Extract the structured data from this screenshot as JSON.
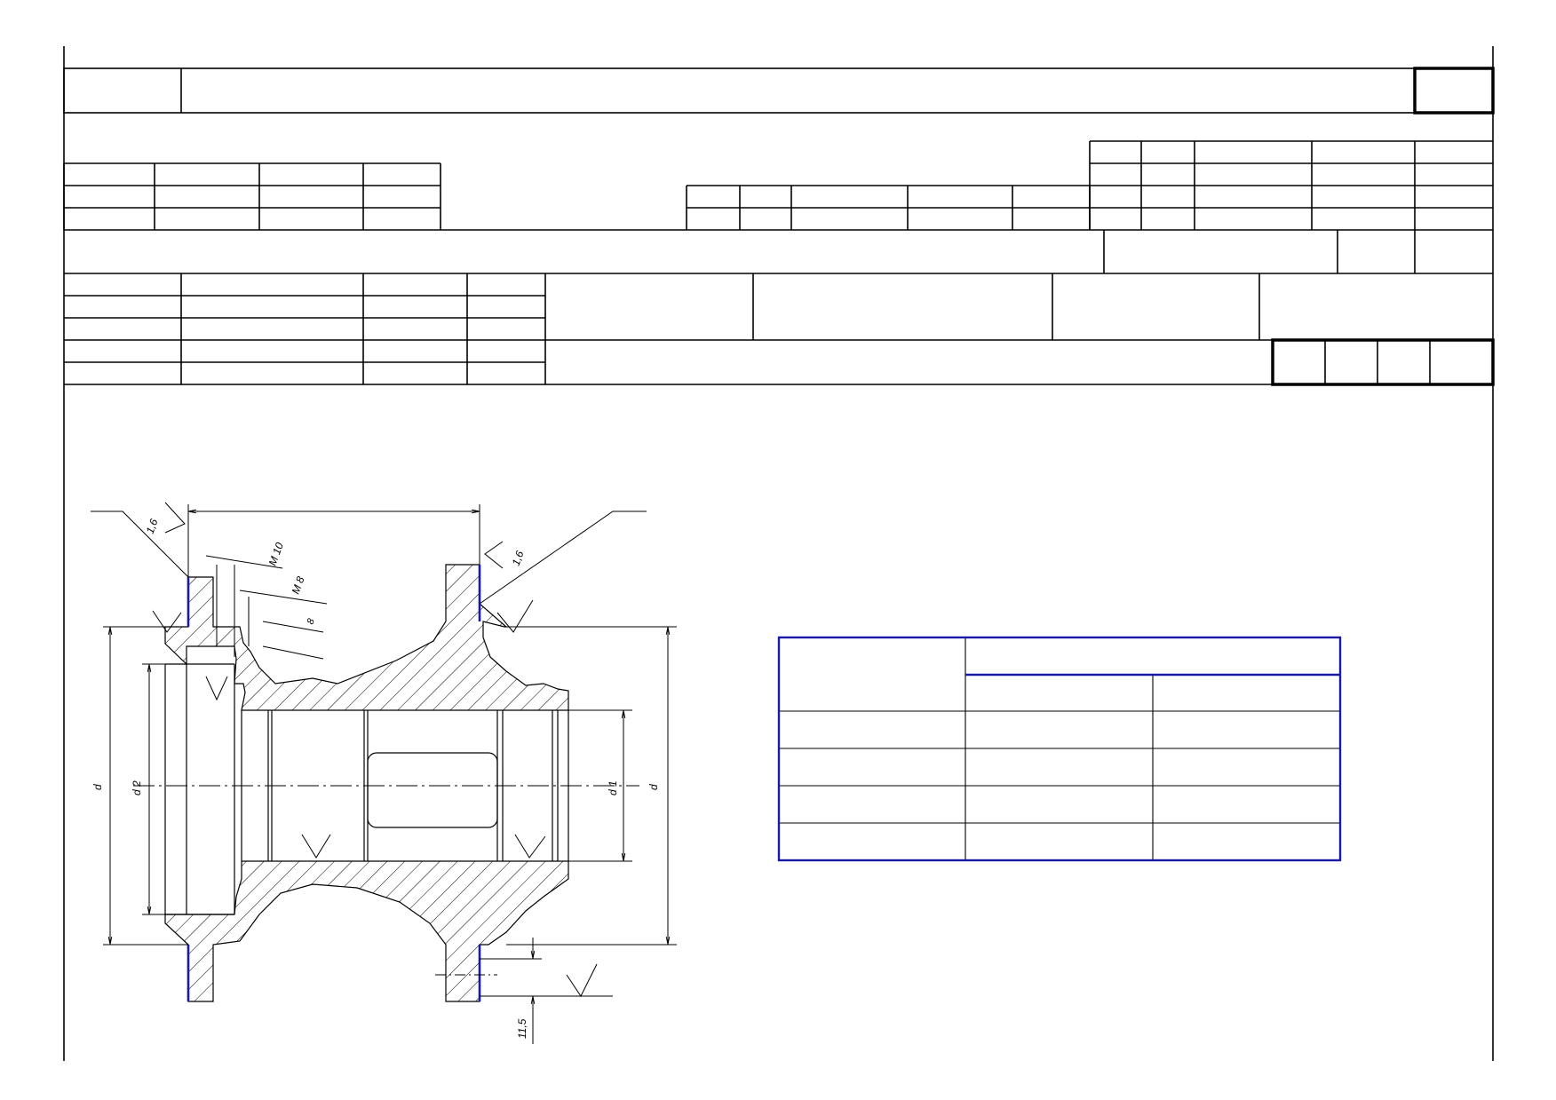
{
  "colors": {
    "ink": "#000000",
    "accent_blue": "#1a1aa8",
    "paper": "#ffffff"
  },
  "drawing": {
    "dimensions": {
      "roughness_left": "1,6",
      "roughness_right": "1,6",
      "thread_large": "M 10",
      "thread_small": "M 8",
      "hole_depth": "8",
      "outer_diameter_left": "d",
      "bore_diameter": "d 2",
      "inner_diameter": "d 1",
      "outer_diameter_right": "d",
      "flange_offset": "11,5"
    }
  },
  "spec_table": {
    "rows": 6,
    "cols": 3
  }
}
